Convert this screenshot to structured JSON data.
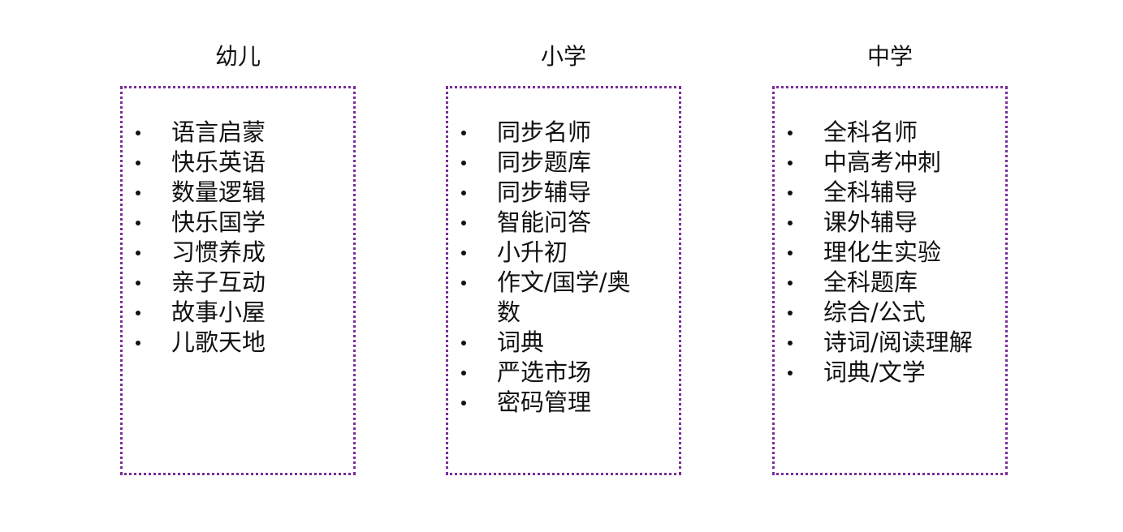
{
  "columns": [
    {
      "title": "幼儿",
      "items": [
        "语言启蒙",
        "快乐英语",
        "数量逻辑",
        "快乐国学",
        "习惯养成",
        "亲子互动",
        "故事小屋",
        "儿歌天地"
      ]
    },
    {
      "title": "小学",
      "items": [
        "同步名师",
        "同步题库",
        "同步辅导",
        "智能问答",
        "小升初",
        "作文/国学/奥数",
        "词典",
        "严选市场",
        "密码管理"
      ]
    },
    {
      "title": "中学",
      "items": [
        "全科名师",
        "中高考冲刺",
        "全科辅导",
        "课外辅导",
        "理化生实验",
        "全科题库",
        "综合/公式",
        "诗词/阅读理解",
        "词典/文学"
      ]
    }
  ],
  "colors": {
    "box_border": "#7a2e9a",
    "text": "#111111"
  }
}
